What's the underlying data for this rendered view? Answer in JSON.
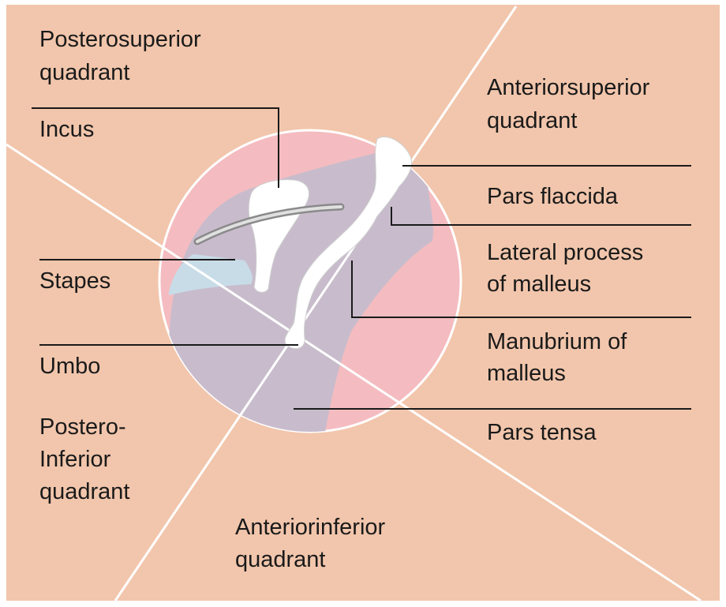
{
  "diagram": {
    "colors": {
      "background": "#f2c6ac",
      "eardrum": "#f4bcc0",
      "pars_tensa": "#c8bccc",
      "ossicle": "#ffffff",
      "leader_line": "#1a1a1a",
      "text": "#1a1a1a"
    },
    "labels": {
      "posterosuperior": [
        "Posterosuperior",
        "quadrant"
      ],
      "incus": "Incus",
      "stapes": "Stapes",
      "umbo": "Umbo",
      "posteroinferior": [
        "Postero-",
        "Inferior",
        "quadrant"
      ],
      "anteriorsuperior": [
        "Anteriorsuperior",
        "quadrant"
      ],
      "pars_flaccida": "Pars flaccida",
      "lateral_process": [
        "Lateral process",
        "of malleus"
      ],
      "manubrium": [
        "Manubrium of",
        "malleus"
      ],
      "pars_tensa": "Pars tensa",
      "anteriorinferior": [
        "Anteriorinferior",
        "quadrant"
      ]
    }
  }
}
